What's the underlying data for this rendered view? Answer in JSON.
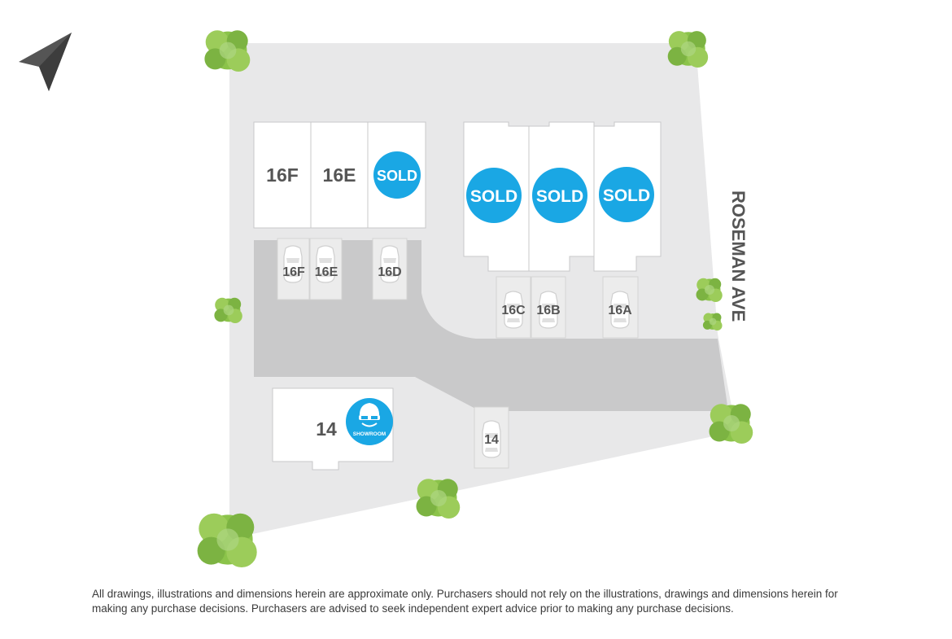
{
  "map": {
    "street": "ROSEMAN AVE",
    "lots": [
      {
        "id": "lot-16f",
        "label": "16F"
      },
      {
        "id": "lot-16e",
        "label": "16E"
      },
      {
        "id": "lot-16d",
        "label": "SOLD"
      },
      {
        "id": "lot-16c",
        "label": "SOLD"
      },
      {
        "id": "lot-16b",
        "label": "SOLD"
      },
      {
        "id": "lot-16a",
        "label": "SOLD"
      },
      {
        "id": "lot-14",
        "label": "14"
      }
    ],
    "sold_badge": "SOLD",
    "showroom_badge": "SHOWROOM",
    "parking": [
      {
        "id": "parking-16f",
        "label": "16F"
      },
      {
        "id": "parking-16e",
        "label": "16E"
      },
      {
        "id": "parking-16d",
        "label": "16D"
      },
      {
        "id": "parking-16c",
        "label": "16C"
      },
      {
        "id": "parking-16b",
        "label": "16B"
      },
      {
        "id": "parking-16a",
        "label": "16A"
      },
      {
        "id": "parking-14",
        "label": "14"
      }
    ],
    "colors": {
      "land": "#e8e8e9",
      "driveway": "#c9c9ca",
      "building": "#ffffff",
      "sold": "#1aa7e4",
      "tree": "#8bc34a",
      "text": "#555555"
    }
  },
  "disclaimer": "All drawings, illustrations and dimensions herein are approximate only. Purchasers should not rely on the illustrations, drawings and dimensions herein for making any purchase decisions. Purchasers are advised to seek independent expert advice prior to making any purchase decisions."
}
